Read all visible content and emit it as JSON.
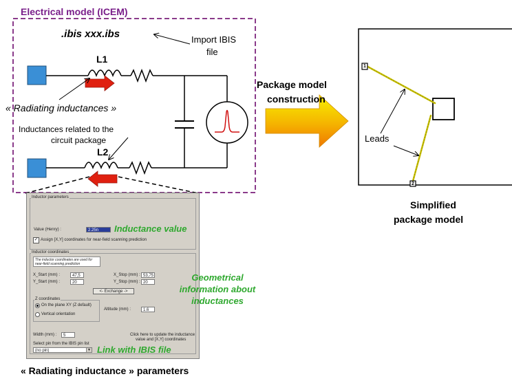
{
  "electrical_model": {
    "title": "Electrical model (ICEM)",
    "ibis_file": ".ibis xxx.ibs",
    "import_label_line1": "Import IBIS",
    "import_label_line2": "file",
    "l1": "L1",
    "l2": "L2",
    "radiating_label": "« Radiating inductances »",
    "package_label_line1": "Inductances related to the",
    "package_label_line2": "circuit package"
  },
  "construction": {
    "line1": "Package model",
    "line2": "construction"
  },
  "package_model": {
    "leads_label": "Leads",
    "pin1": "1",
    "pin2": "2",
    "caption_line1": "Simplified",
    "caption_line2": "package model"
  },
  "dialog": {
    "inductor_parameters": "Inductor parameters",
    "value_label": "Value (Henry) :",
    "value": "2.25n",
    "assign_label": "Assign [X,Y] coordinates for near-field scanning prediction",
    "inductor_coordinates": "Inductor coordinates",
    "note": "The inductor coordinates are used for near-field scanning prediction",
    "x_start_label": "X_Start (mm) :",
    "x_start": "47,5",
    "y_start_label": "Y_Start (mm) :",
    "y_start": "20",
    "x_stop_label": "X_Stop (mm) :",
    "x_stop": "53,75",
    "y_stop_label": "Y_Stop (mm) :",
    "y_stop": "20",
    "exchange_label": "<- Exchange ->",
    "z_coordinates": "Z coordinates",
    "radio_plane": "On the plane XY (Z default)",
    "radio_vertical": "Vertical orientation",
    "altitude_label": "Altitude (mm) :",
    "altitude": "1.6",
    "width_label": "Width (mm) :",
    "width": "5",
    "update_line1": "Click here to update the inductance",
    "update_line2": "value and [X,Y] coordinates",
    "select_pin_label": "Select pin from the IBIS pin list",
    "pin_value": "(no pin)"
  },
  "annotations": {
    "inductance_value": "Inductance value",
    "geometrical_line1": "Geometrical",
    "geometrical_line2": "information about",
    "geometrical_line3": "inductances",
    "link_ibis": "Link with IBIS file"
  },
  "bottom_caption": "« Radiating inductance » parameters",
  "colors": {
    "frame_purple": "#8a3a8a",
    "title_purple": "#7a1f8a",
    "port_blue": "#3a8fd6",
    "arrow_red": "#e02010",
    "annotation_green": "#2ea82e",
    "arrow_gradient_top": "#f6f000",
    "arrow_gradient_bottom": "#f07800",
    "lead_yellow": "#d8d000"
  }
}
